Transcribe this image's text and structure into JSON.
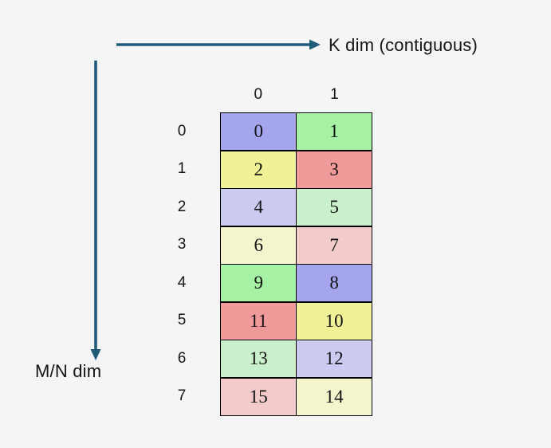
{
  "labels": {
    "k_dim": "K dim (contiguous)",
    "mn_dim": "M/N dim"
  },
  "matrix": {
    "col_headers": [
      "0",
      "1"
    ],
    "rows": [
      {
        "label": "0",
        "cells": [
          {
            "value": "0",
            "color": "#a5a5ee"
          },
          {
            "value": "1",
            "color": "#a5f2a5"
          }
        ]
      },
      {
        "label": "1",
        "cells": [
          {
            "value": "2",
            "color": "#f1f198"
          },
          {
            "value": "3",
            "color": "#f09a9a"
          }
        ]
      },
      {
        "label": "2",
        "cells": [
          {
            "value": "4",
            "color": "#cbcbf2"
          },
          {
            "value": "5",
            "color": "#c9f0cb"
          }
        ]
      },
      {
        "label": "3",
        "cells": [
          {
            "value": "6",
            "color": "#f4f4cd"
          },
          {
            "value": "7",
            "color": "#f3cbcb"
          }
        ]
      },
      {
        "label": "4",
        "cells": [
          {
            "value": "9",
            "color": "#a5f2a5"
          },
          {
            "value": "8",
            "color": "#a5a5ee"
          }
        ]
      },
      {
        "label": "5",
        "cells": [
          {
            "value": "11",
            "color": "#f09a9a"
          },
          {
            "value": "10",
            "color": "#f1f198"
          }
        ]
      },
      {
        "label": "6",
        "cells": [
          {
            "value": "13",
            "color": "#c9f0cb"
          },
          {
            "value": "12",
            "color": "#cbcbf2"
          }
        ]
      },
      {
        "label": "7",
        "cells": [
          {
            "value": "15",
            "color": "#f3cbcb"
          },
          {
            "value": "14",
            "color": "#f4f4cd"
          }
        ]
      }
    ]
  },
  "colors": {
    "background": "#f4f5f4",
    "arrow": "#1e5c7c",
    "cell_border": "#000000",
    "text": "#141414"
  }
}
